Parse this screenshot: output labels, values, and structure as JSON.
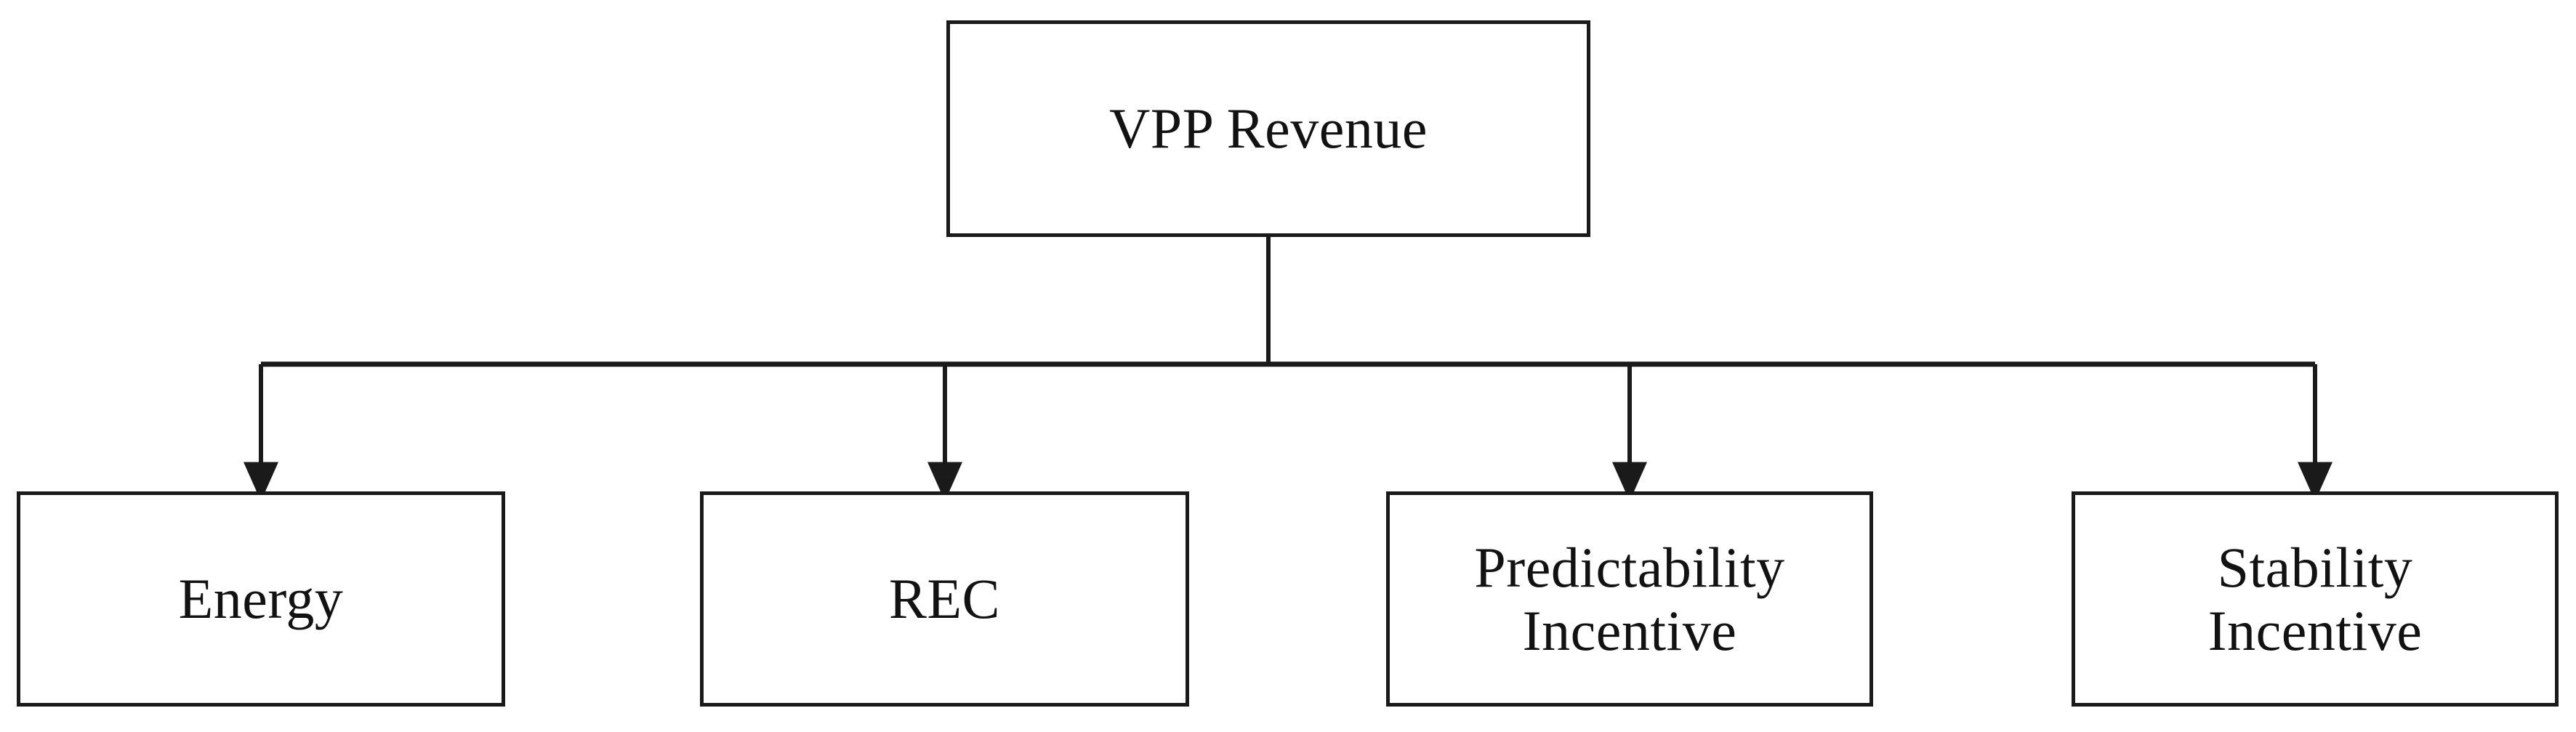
{
  "diagram": {
    "type": "tree-hierarchy",
    "orientation": "top-down",
    "line_color": "#1a1a1a",
    "box_fill": "#ffffff",
    "text_color": "#121212",
    "background": "#ffffff",
    "root": {
      "id": "vpp-revenue",
      "label": "VPP Revenue"
    },
    "children": [
      {
        "id": "energy",
        "label": "Energy"
      },
      {
        "id": "rec",
        "label": "REC"
      },
      {
        "id": "predictability-incentive",
        "label": "Predictability\nIncentive"
      },
      {
        "id": "stability-incentive",
        "label": "Stability\nIncentive"
      }
    ],
    "edges": [
      {
        "from": "vpp-revenue",
        "to": "energy",
        "arrow": "down"
      },
      {
        "from": "vpp-revenue",
        "to": "rec",
        "arrow": "down"
      },
      {
        "from": "vpp-revenue",
        "to": "predictability-incentive",
        "arrow": "down"
      },
      {
        "from": "vpp-revenue",
        "to": "stability-incentive",
        "arrow": "down"
      }
    ]
  }
}
